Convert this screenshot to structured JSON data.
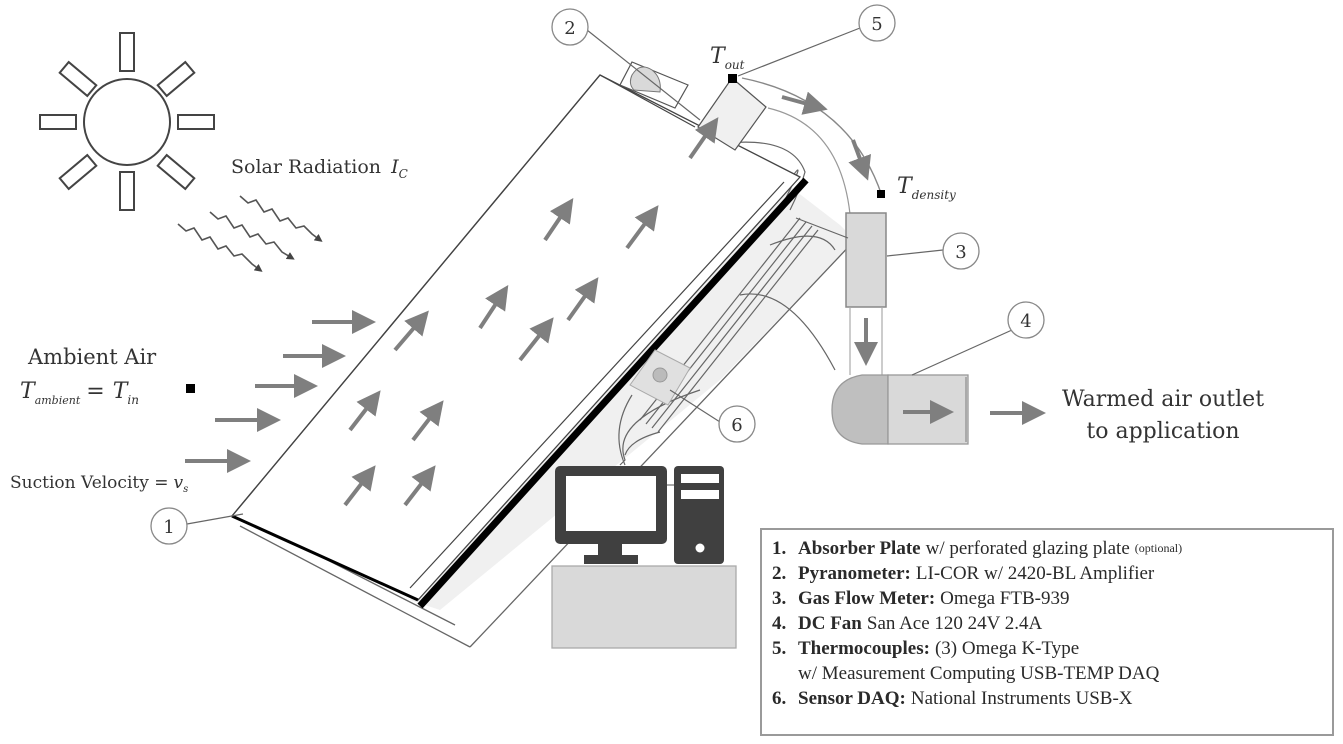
{
  "labels": {
    "solar_radiation": "Solar Radiation",
    "solar_symbol": "I",
    "solar_subscript": "C",
    "ambient_air": "Ambient Air",
    "t_ambient": "T",
    "t_ambient_sub": "ambient",
    "equals": "=",
    "t_in": "T",
    "t_in_sub": "in",
    "suction_velocity": "Suction Velocity =",
    "suction_symbol": "v",
    "suction_sub": "s",
    "t_out": "T",
    "t_out_sub": "out",
    "t_density": "T",
    "t_density_sub": "density",
    "outlet_line1": "Warmed air outlet",
    "outlet_line2": "to application"
  },
  "callouts": [
    "1",
    "2",
    "3",
    "4",
    "5",
    "6"
  ],
  "legend": {
    "items": [
      {
        "num": "1.",
        "name": "Absorber Plate",
        "detail": "w/ perforated glazing plate",
        "note": "(optional)"
      },
      {
        "num": "2.",
        "name": "Pyranometer:",
        "detail": "LI-COR w/ 2420-BL Amplifier"
      },
      {
        "num": "3.",
        "name": "Gas Flow Meter:",
        "detail": "Omega FTB-939"
      },
      {
        "num": "4.",
        "name": "DC Fan",
        "detail": "San Ace 120 24V 2.4A"
      },
      {
        "num": "5.",
        "name": "Thermocouples:",
        "detail": "(3) Omega K-Type",
        "continuation": "w/ Measurement Computing USB-TEMP DAQ"
      },
      {
        "num": "6.",
        "name": "Sensor DAQ:",
        "detail": "National Instruments USB-X"
      }
    ]
  },
  "colors": {
    "arrow": "#7f7f7f",
    "line": "#555555",
    "fill_light": "#f0f0f0",
    "fill_mid": "#d9d9d9",
    "fill_dark": "#bfbfbf",
    "computer": "#404040",
    "absorber": "#000000"
  }
}
